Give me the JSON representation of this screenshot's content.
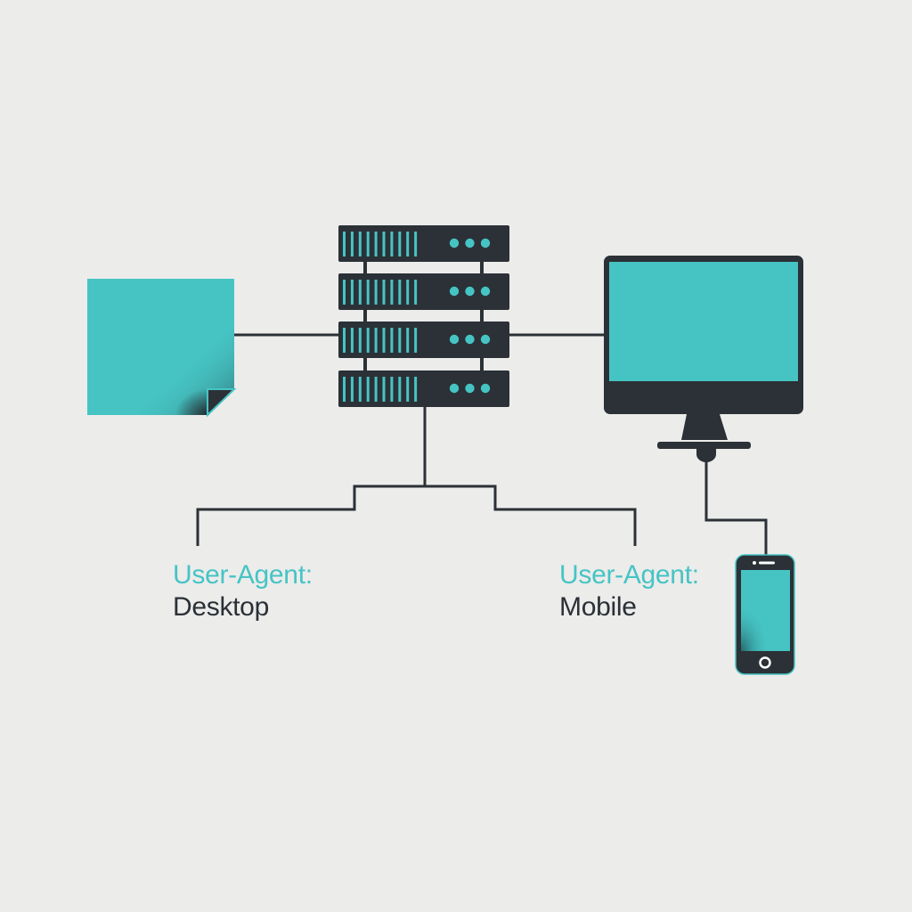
{
  "colors": {
    "background": "#ececeb",
    "accent": "#46c4c4",
    "dark": "#2b3136"
  },
  "nodes": {
    "document": {
      "icon": "document-icon"
    },
    "server": {
      "icon": "server-rack-icon",
      "units": 4
    },
    "desktop": {
      "icon": "desktop-monitor-icon"
    },
    "mobile": {
      "icon": "smartphone-icon"
    }
  },
  "labels": {
    "desktop": {
      "user_agent": "User-Agent:",
      "device": "Desktop"
    },
    "mobile": {
      "user_agent": "User-Agent:",
      "device": "Mobile"
    }
  }
}
